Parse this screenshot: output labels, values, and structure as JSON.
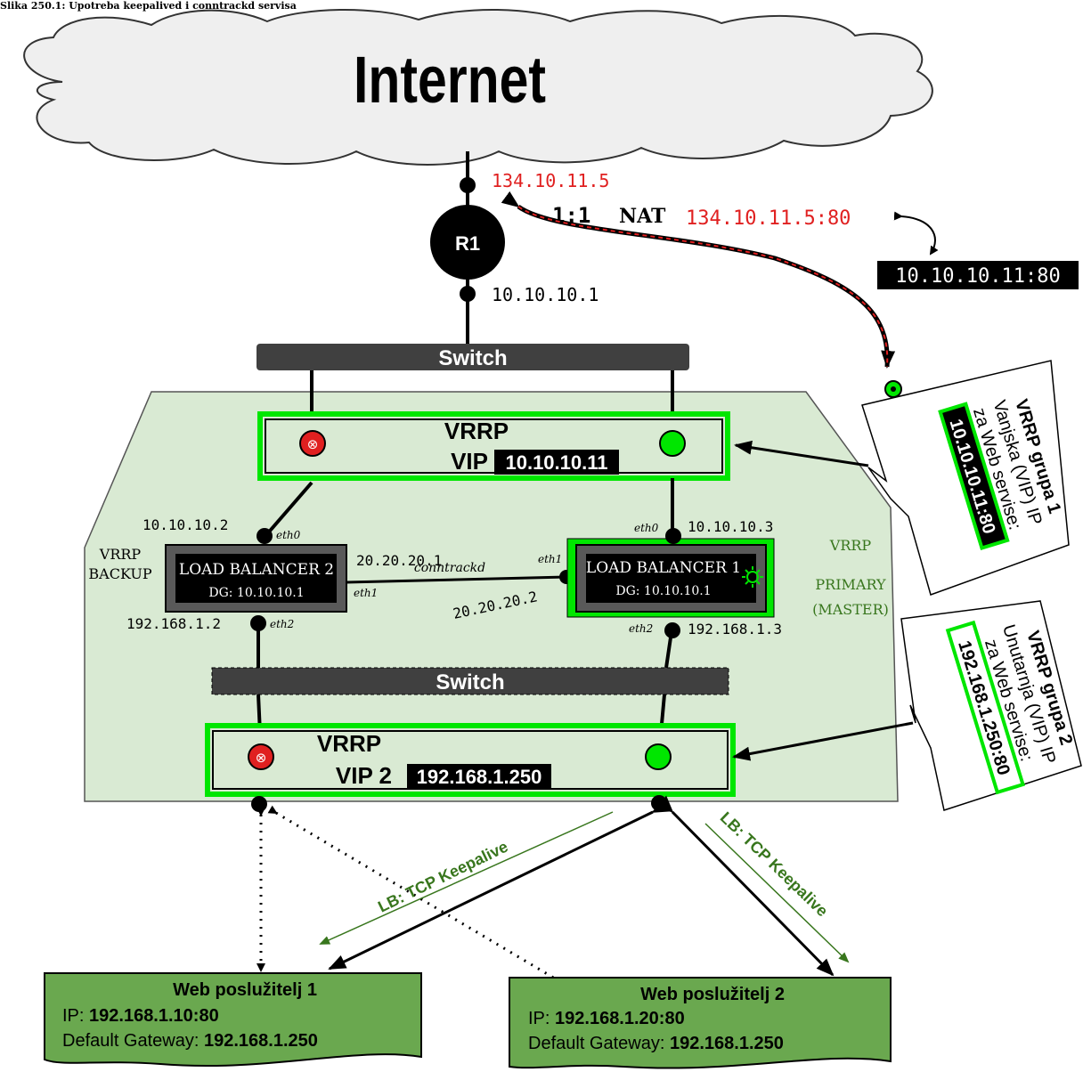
{
  "caption": "Slika 250.1: Upotreba keepalived i conntrackd servisa",
  "internet": {
    "label": "Internet"
  },
  "router": {
    "label": "R1",
    "ip_external": "134.10.11.5",
    "ip_internal": "10.10.10.1"
  },
  "nat": {
    "prefix": "1:1",
    "label": "NAT",
    "external": "134.10.11.5:80",
    "internal": "10.10.10.11:80"
  },
  "switch_top": {
    "label": "Switch"
  },
  "switch_bottom": {
    "label": "Switch"
  },
  "vrrp1": {
    "title": "VRRP",
    "vip_prefix": "VIP",
    "vip": "10.10.10.11"
  },
  "vrrp2": {
    "title": "VRRP",
    "vip_prefix": "VIP 2",
    "vip": "192.168.1.250"
  },
  "lb2": {
    "title": "LOAD BALANCER 2",
    "dg": "DG: 10.10.10.1",
    "role_line1": "VRRP",
    "role_line2": "BACKUP",
    "eth0_label": "eth0",
    "eth0_ip": "10.10.10.2",
    "eth1_label": "eth1",
    "eth1_ip": "20.20.20.1",
    "eth2_label": "eth2",
    "eth2_ip": "192.168.1.2"
  },
  "lb1": {
    "title": "LOAD BALANCER 1",
    "dg": "DG: 10.10.10.1",
    "role_line1": "VRRP",
    "role_line2": "PRIMARY",
    "role_line3": "(MASTER)",
    "eth0_label": "eth0",
    "eth0_ip": "10.10.10.3",
    "eth1_label": "eth1",
    "eth1_ip": "20.20.20.2",
    "eth2_label": "eth2",
    "eth2_ip": "192.168.1.3"
  },
  "sync_link": {
    "label": "conntrackd"
  },
  "callout1": {
    "title": "VRRP grupa 1",
    "line2": "Vanjska (VIP) IP",
    "line3": "za Web servise:",
    "value": "10.10.10.11:80"
  },
  "callout2": {
    "title": "VRRP grupa 2",
    "line2": "Unutarnja (VIP) IP",
    "line3": "za Web servise:",
    "value": "192.168.1.250:80"
  },
  "keepalive": {
    "label": "LB: TCP Keepalive"
  },
  "web1": {
    "title": "Web poslužitelj 1",
    "ip_label": "IP: ",
    "ip": "192.168.1.10:80",
    "gw_label": "Default Gateway: ",
    "gw": "192.168.1.250"
  },
  "web2": {
    "title": "Web poslužitelj 2",
    "ip_label": "IP: ",
    "ip": "192.168.1.20:80",
    "gw_label": "Default Gateway: ",
    "gw": "192.168.1.250"
  },
  "colors": {
    "accent_green": "#00e600",
    "red": "#e02020",
    "zone": "#d9ead3",
    "server": "#6aa84f",
    "label_green": "#38761d"
  }
}
